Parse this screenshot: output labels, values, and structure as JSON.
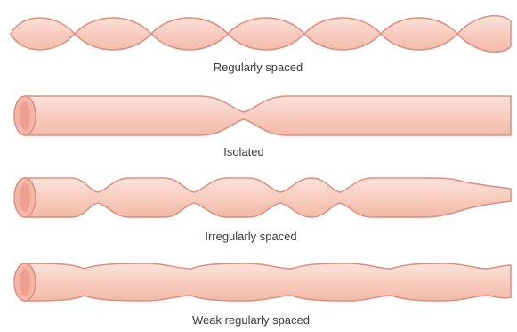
{
  "panels": [
    {
      "caption": "Regularly spaced"
    },
    {
      "caption": "Isolated"
    },
    {
      "caption": "Irregularly spaced"
    },
    {
      "caption": "Weak regularly spaced"
    }
  ],
  "colors": {
    "tube_fill": "#f7c6b9",
    "tube_highlight": "#fbe1d8",
    "tube_stroke": "#de8e7f",
    "tube_end": "#ef9f92",
    "caption_text": "#3a3a3a"
  }
}
